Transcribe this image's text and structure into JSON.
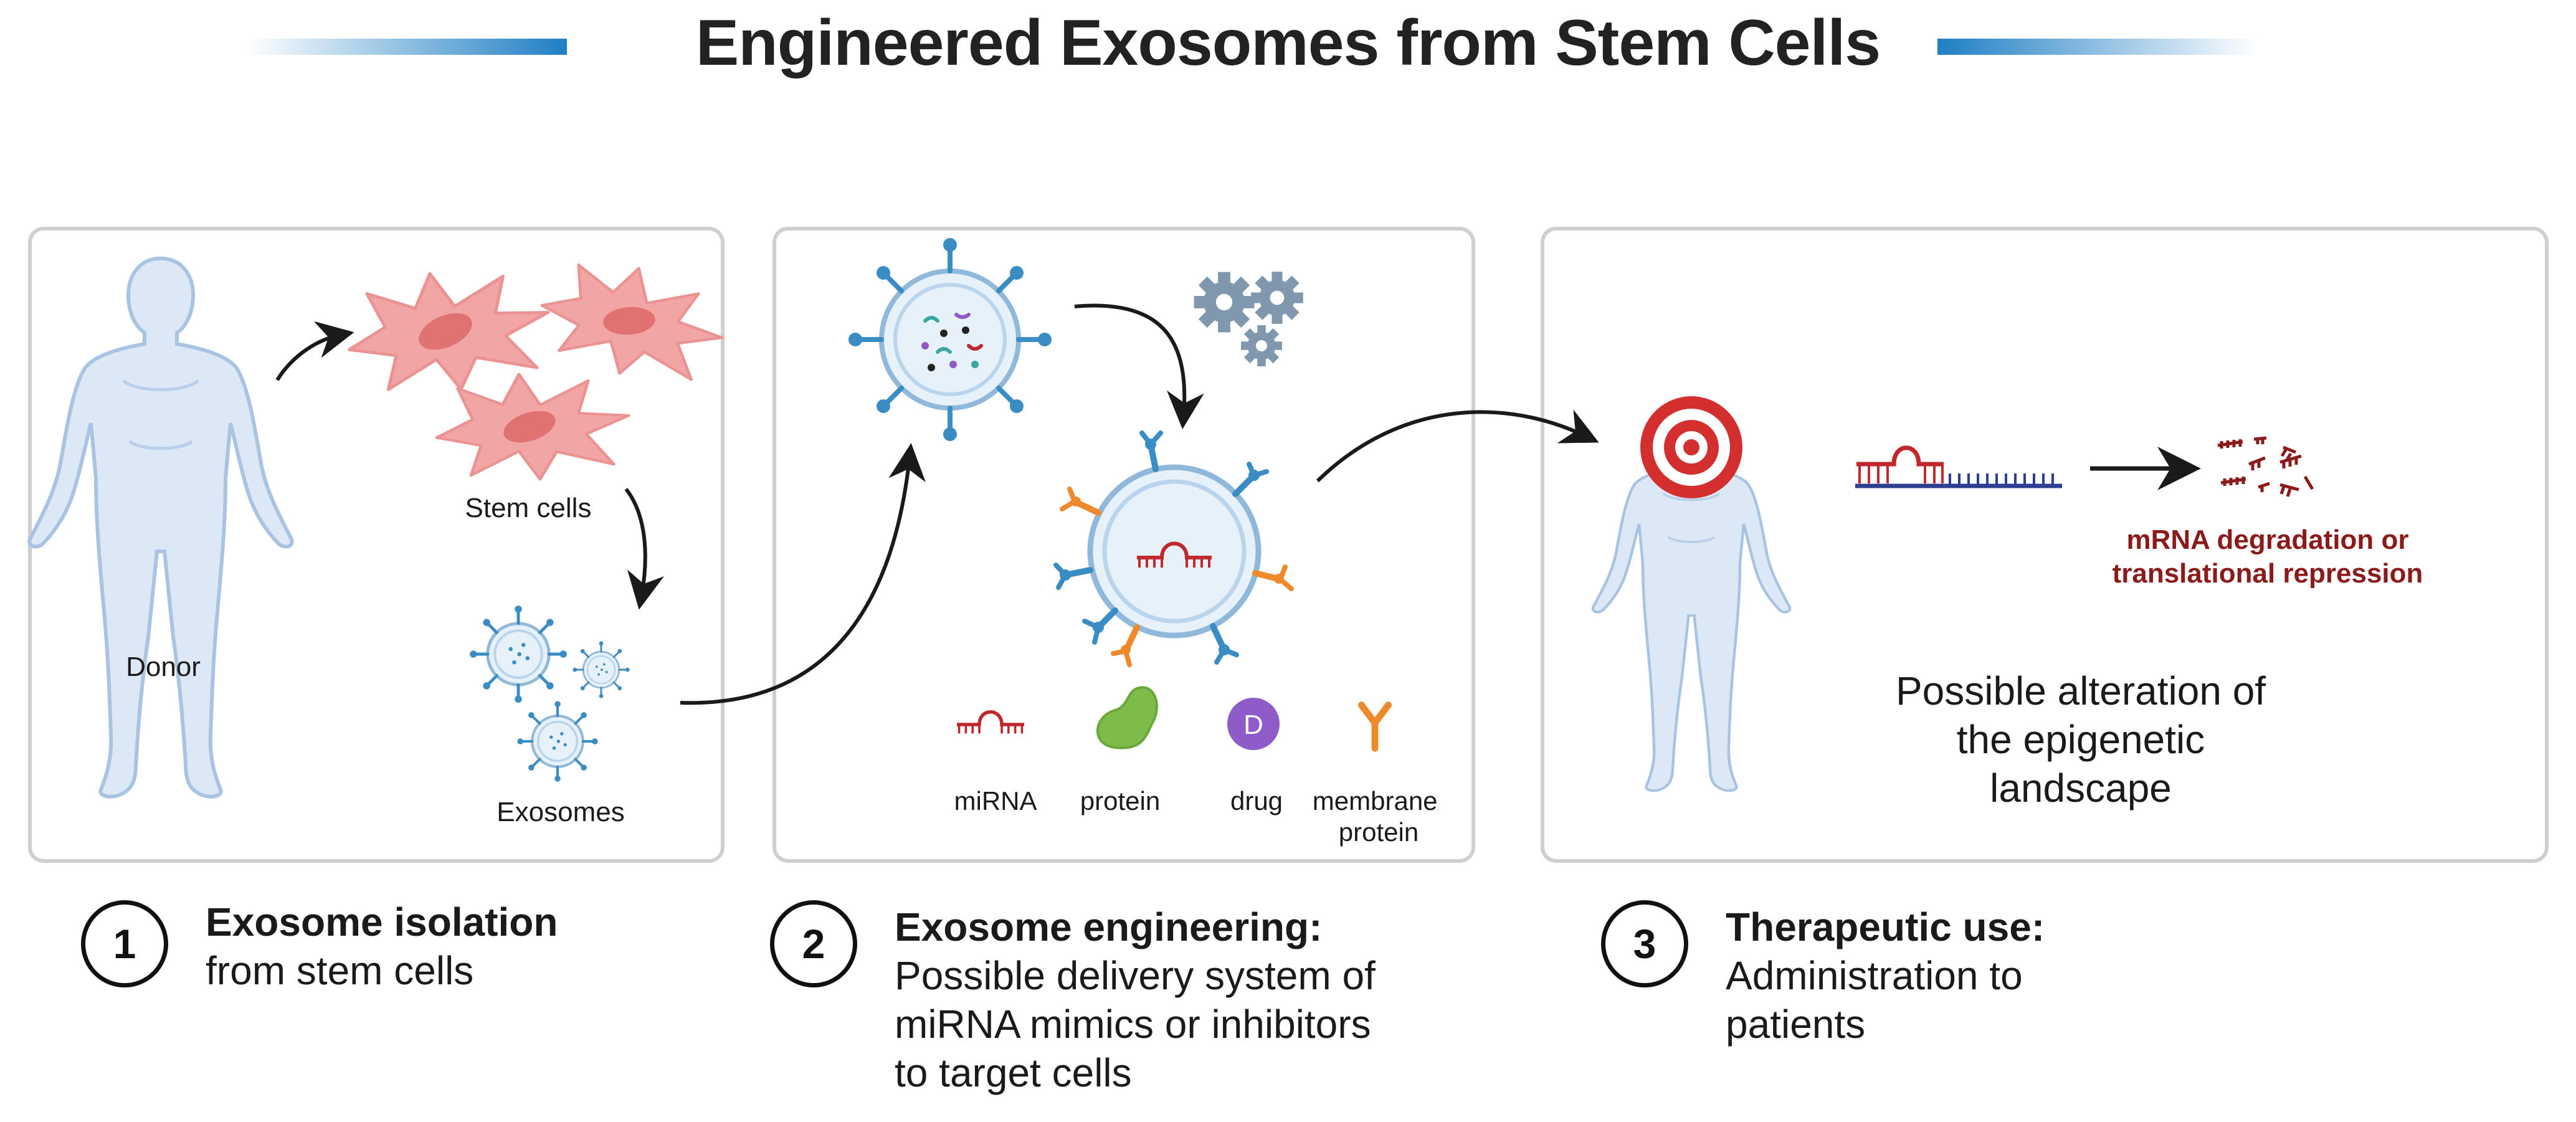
{
  "title": "Engineered Exosomes from Stem Cells",
  "panels": {
    "isolation": {
      "donor_label": "Donor",
      "stem_cells_label": "Stem cells",
      "exosomes_label": "Exosomes"
    },
    "engineering": {
      "legend": [
        {
          "label": "miRNA"
        },
        {
          "label": "protein"
        },
        {
          "label": "drug",
          "badge": "D"
        },
        {
          "label": "membrane\nprotein"
        }
      ]
    },
    "therapeutic": {
      "outcome_label": "mRNA degradation or\ntranslational repression",
      "epigenetic_label": "Possible alteration of\nthe epigenetic\nlandscape"
    }
  },
  "steps": [
    {
      "number": "1",
      "heading": "Exosome isolation",
      "body": "from stem cells"
    },
    {
      "number": "2",
      "heading": "Exosome engineering:",
      "body": "Possible delivery system of\nmiRNA mimics or inhibitors\nto target cells"
    },
    {
      "number": "3",
      "heading": "Therapeutic use:",
      "body": "Administration to\npatients"
    }
  ],
  "colors": {
    "title_bar": "#1f7fc4",
    "panel_border": "#cfcfcf",
    "body_fill": "#dce8f6",
    "body_stroke": "#a9c3e3",
    "stem_cell": "#f2a5a5",
    "stem_nucleus": "#e07272",
    "exosome_blue": "#3a8dc4",
    "mirna_red": "#c0282d",
    "protein_green": "#7dbb4a",
    "drug_purple": "#8e5bc8",
    "membrane_orange": "#ef8a2c",
    "target_red": "#d32f2f",
    "outcome_text": "#8b1a1a"
  }
}
